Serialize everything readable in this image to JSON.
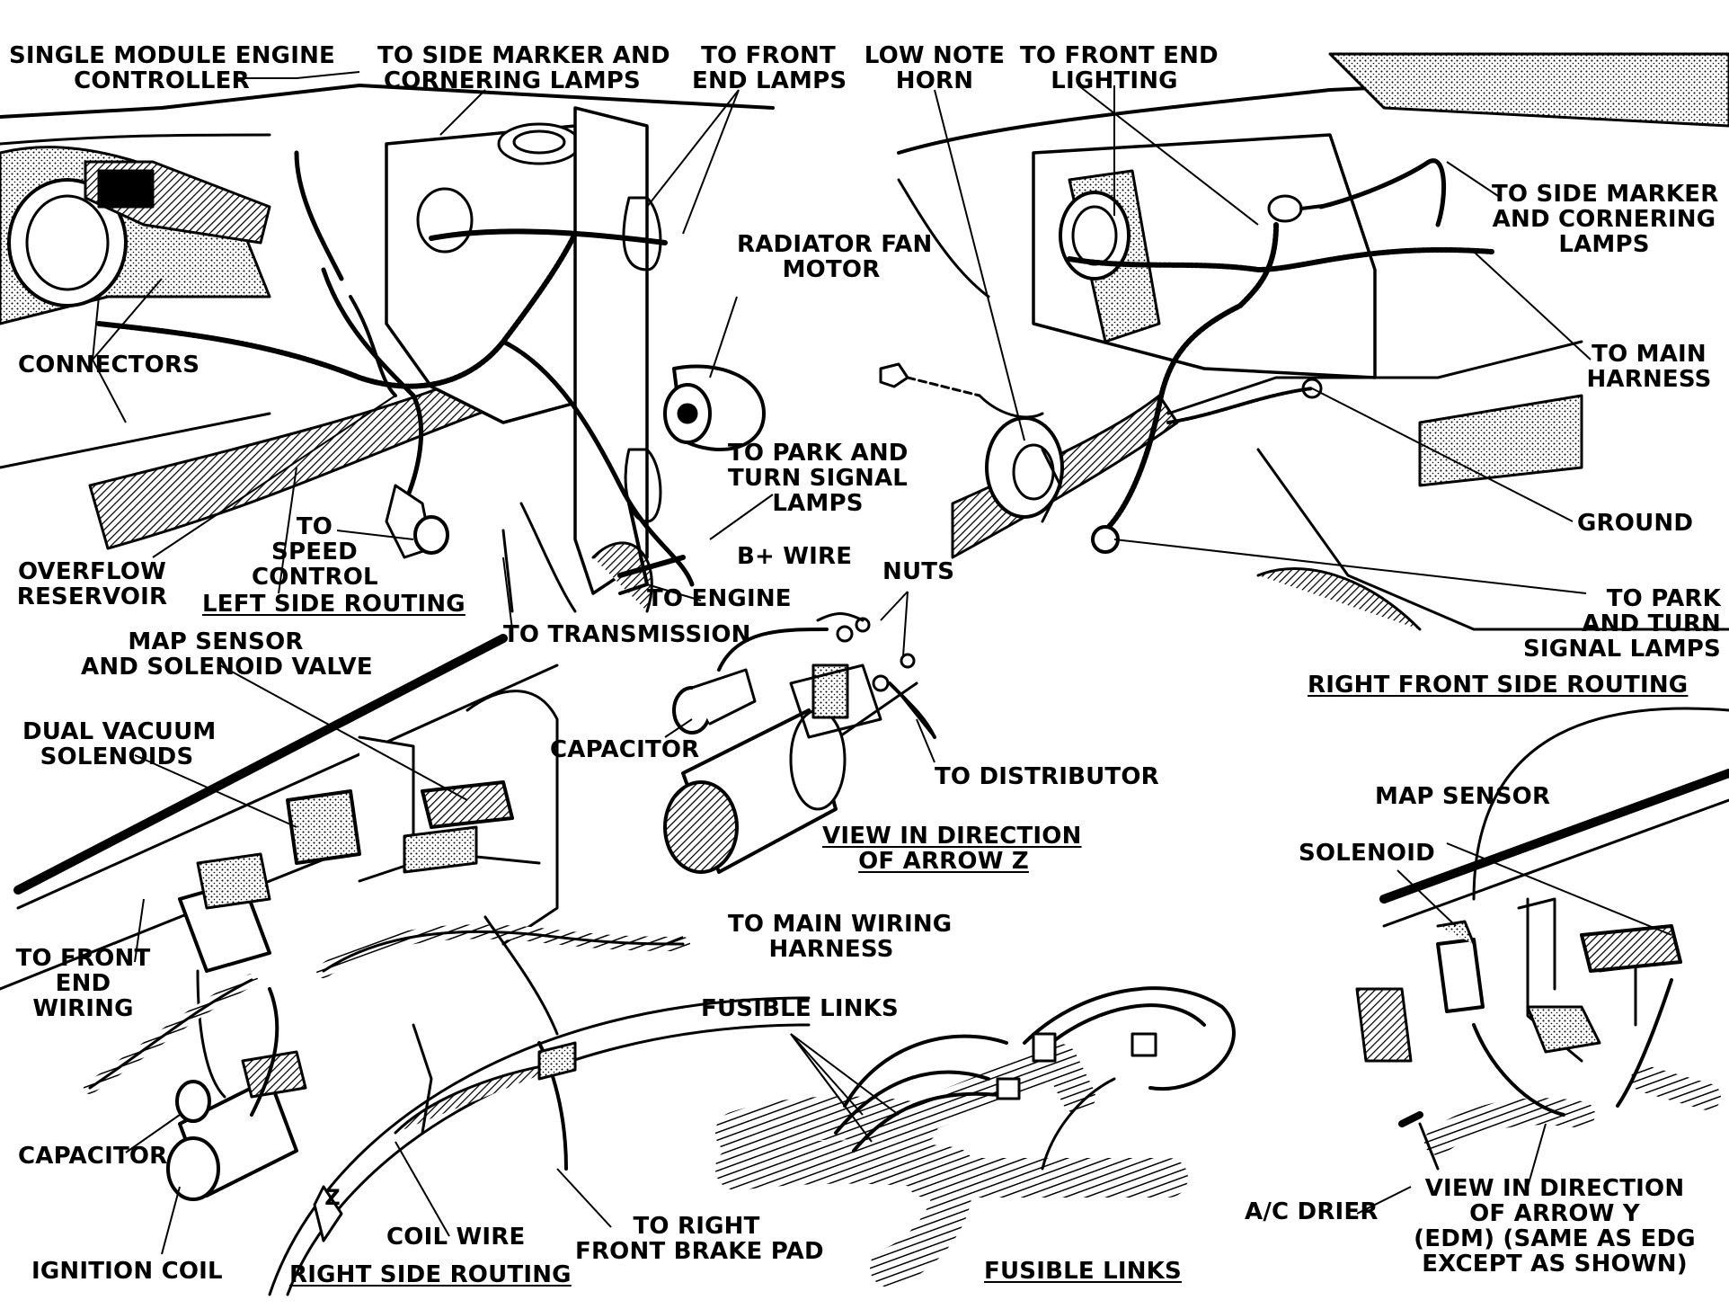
{
  "panels": {
    "left_side_routing": {
      "title": "LEFT SIDE ROUTING",
      "labels": {
        "controller": [
          "SINGLE MODULE ENGINE",
          "CONTROLLER"
        ],
        "side_marker": [
          "TO SIDE MARKER AND",
          "CORNERING LAMPS"
        ],
        "front_end_lamps": [
          "TO FRONT",
          "END LAMPS"
        ],
        "radiator_fan": [
          "RADIATOR FAN",
          "MOTOR"
        ],
        "connectors": "CONNECTORS",
        "park_turn": [
          "TO PARK AND",
          "TURN SIGNAL",
          "LAMPS"
        ],
        "b_plus": "B+ WIRE",
        "speed_control": [
          "TO",
          "SPEED",
          "CONTROL"
        ],
        "overflow": [
          "OVERFLOW",
          "RESERVOIR"
        ],
        "to_engine": "TO ENGINE",
        "to_transmission": "TO TRANSMISSION"
      }
    },
    "right_front_side_routing": {
      "title": "RIGHT FRONT SIDE ROUTING",
      "labels": {
        "low_note_horn": [
          "LOW NOTE",
          "HORN"
        ],
        "front_end_lighting": [
          "TO FRONT END",
          "LIGHTING"
        ],
        "side_marker": [
          "TO SIDE MARKER",
          "AND CORNERING",
          "LAMPS"
        ],
        "main_harness": [
          "TO MAIN",
          "HARNESS"
        ],
        "ground": "GROUND",
        "park_turn": [
          "TO PARK",
          "AND TURN",
          "SIGNAL LAMPS"
        ]
      }
    },
    "arrow_z": {
      "title": [
        "VIEW IN DIRECTION",
        "OF ARROW Z"
      ],
      "labels": {
        "nuts": "NUTS",
        "capacitor": "CAPACITOR",
        "to_distributor": "TO DISTRIBUTOR"
      }
    },
    "right_side_routing": {
      "title": "RIGHT SIDE ROUTING",
      "labels": {
        "map_sensor": [
          "MAP SENSOR",
          "AND SOLENOID VALVE"
        ],
        "dual_vacuum": [
          "DUAL VACUUM",
          "SOLENOIDS"
        ],
        "front_end_wiring": [
          "TO FRONT",
          "END",
          "WIRING"
        ],
        "main_wiring": [
          "TO MAIN WIRING",
          "HARNESS"
        ],
        "capacitor": "CAPACITOR",
        "ignition_coil": "IGNITION COIL",
        "coil_wire": "COIL WIRE",
        "brake_pad": [
          "TO RIGHT",
          "FRONT BRAKE PAD"
        ],
        "z_marker": "Z"
      }
    },
    "fusible_links": {
      "title": "FUSIBLE LINKS",
      "labels": {
        "fusible": "FUSIBLE LINKS"
      }
    },
    "arrow_y": {
      "title": [
        "VIEW IN DIRECTION",
        "OF ARROW Y",
        "(EDM) (SAME AS EDG",
        "EXCEPT AS SHOWN)"
      ],
      "labels": {
        "map_sensor": "MAP SENSOR",
        "solenoid": "SOLENOID",
        "ac_drier": "A/C DRIER"
      }
    }
  }
}
